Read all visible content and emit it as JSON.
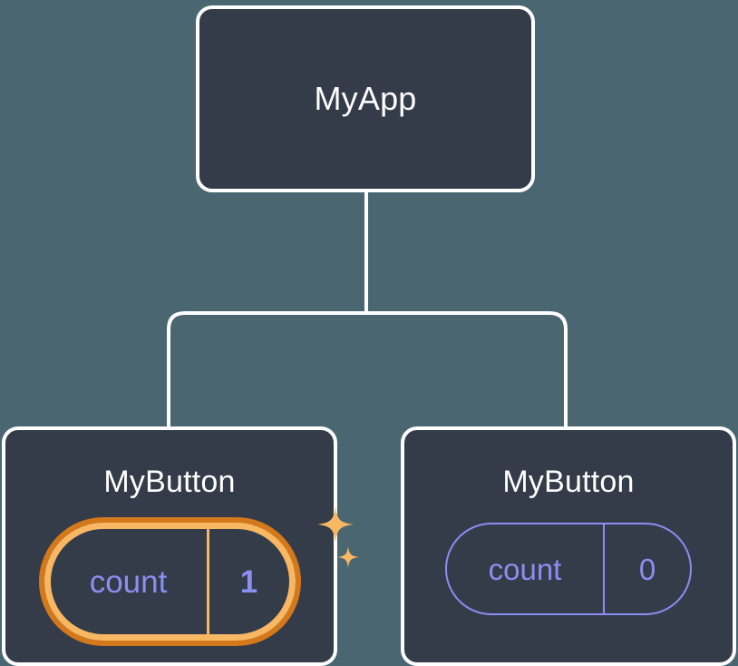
{
  "diagram": {
    "type": "component-tree",
    "background_color": "#4a6670",
    "node_fill": "#343b49",
    "node_border": "#ffffff",
    "accent_highlight": "#f8b863",
    "accent_highlight_ring": "#d4781c",
    "state_text_color": "#8a8ff0",
    "root": {
      "title": "MyApp"
    },
    "children": [
      {
        "title": "MyButton",
        "state": {
          "key": "count",
          "value": "1"
        },
        "highlighted": true,
        "sparkle_icons": [
          "sparkle-large",
          "sparkle-small"
        ]
      },
      {
        "title": "MyButton",
        "state": {
          "key": "count",
          "value": "0"
        },
        "highlighted": false
      }
    ]
  }
}
